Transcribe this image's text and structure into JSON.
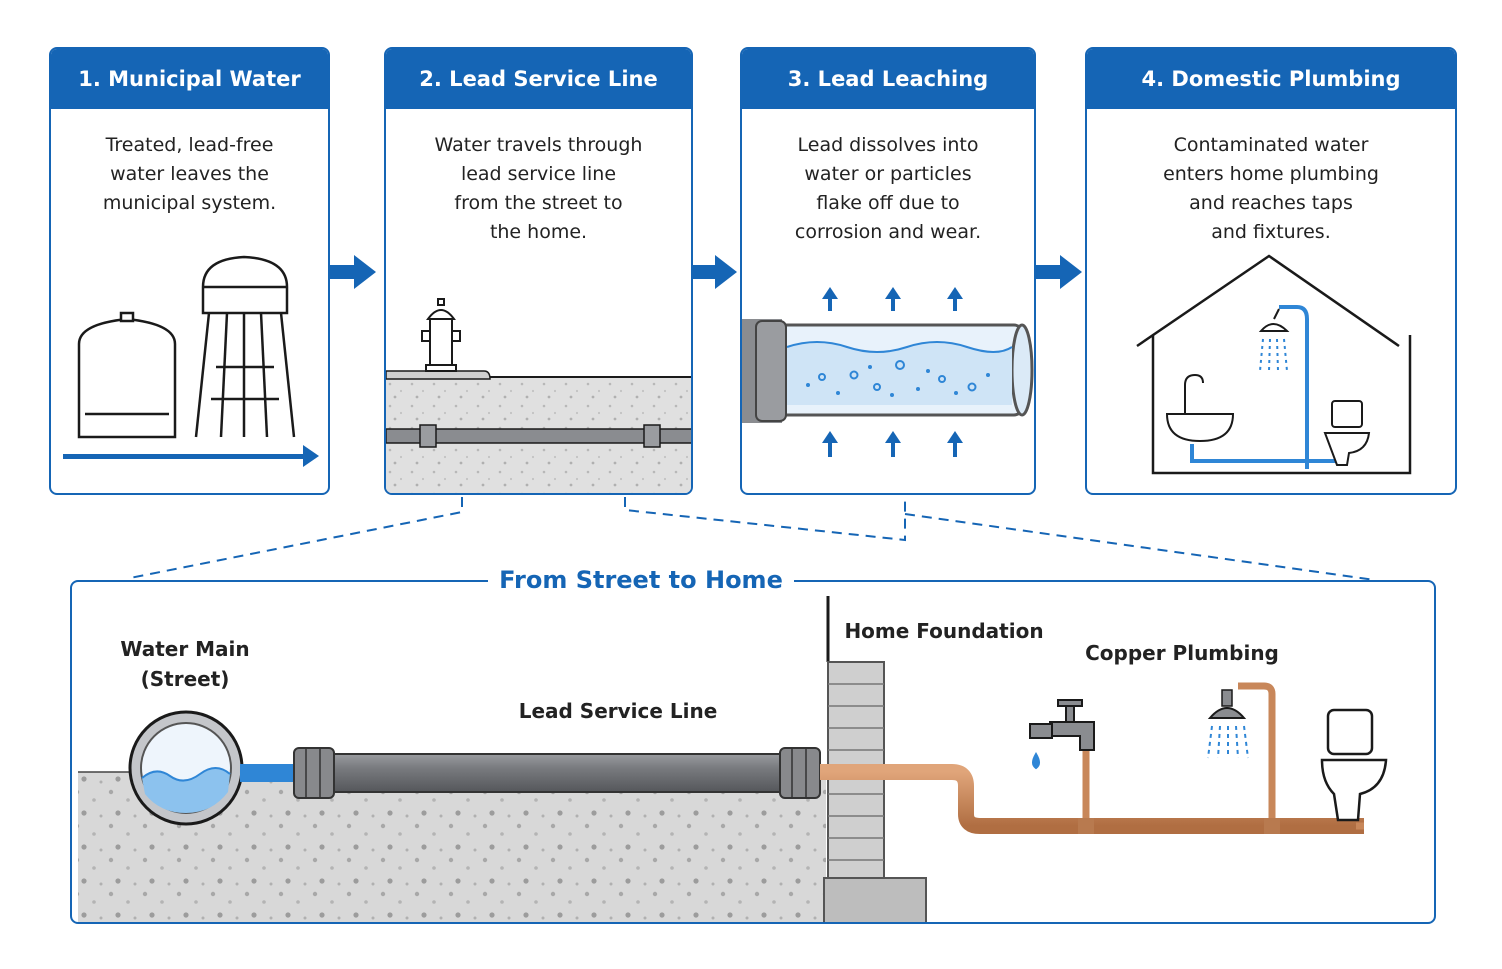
{
  "panels": [
    {
      "title": "1. Municipal Water",
      "lines": [
        "Treated, lead-free",
        "water leaves the",
        "municipal system."
      ]
    },
    {
      "title": "2. Lead Service Line",
      "lines": [
        "Water travels through",
        "lead service line",
        "from the street to",
        "the home."
      ]
    },
    {
      "title": "3. Lead Leaching",
      "lines": [
        "Lead dissolves into",
        "water or particles",
        "flake off due to",
        "corrosion and wear."
      ]
    },
    {
      "title": "4. Domestic Plumbing",
      "lines": [
        "Contaminated water",
        "enters home plumbing",
        "and reaches taps",
        "and fixtures."
      ]
    }
  ],
  "detail": {
    "title": "From Street to Home",
    "water_main": [
      "Water Main",
      "(Street)"
    ],
    "lead_service_line": "Lead Service Line",
    "home_foundation": "Home Foundation",
    "copper_plumbing": "Copper Plumbing"
  },
  "colors": {
    "accent_blue": "#1565b5",
    "water_blue": "#4a9fe0",
    "copper": "#c8875a",
    "lead_gray": "#6e7075",
    "soil": "#d9d9d9"
  }
}
